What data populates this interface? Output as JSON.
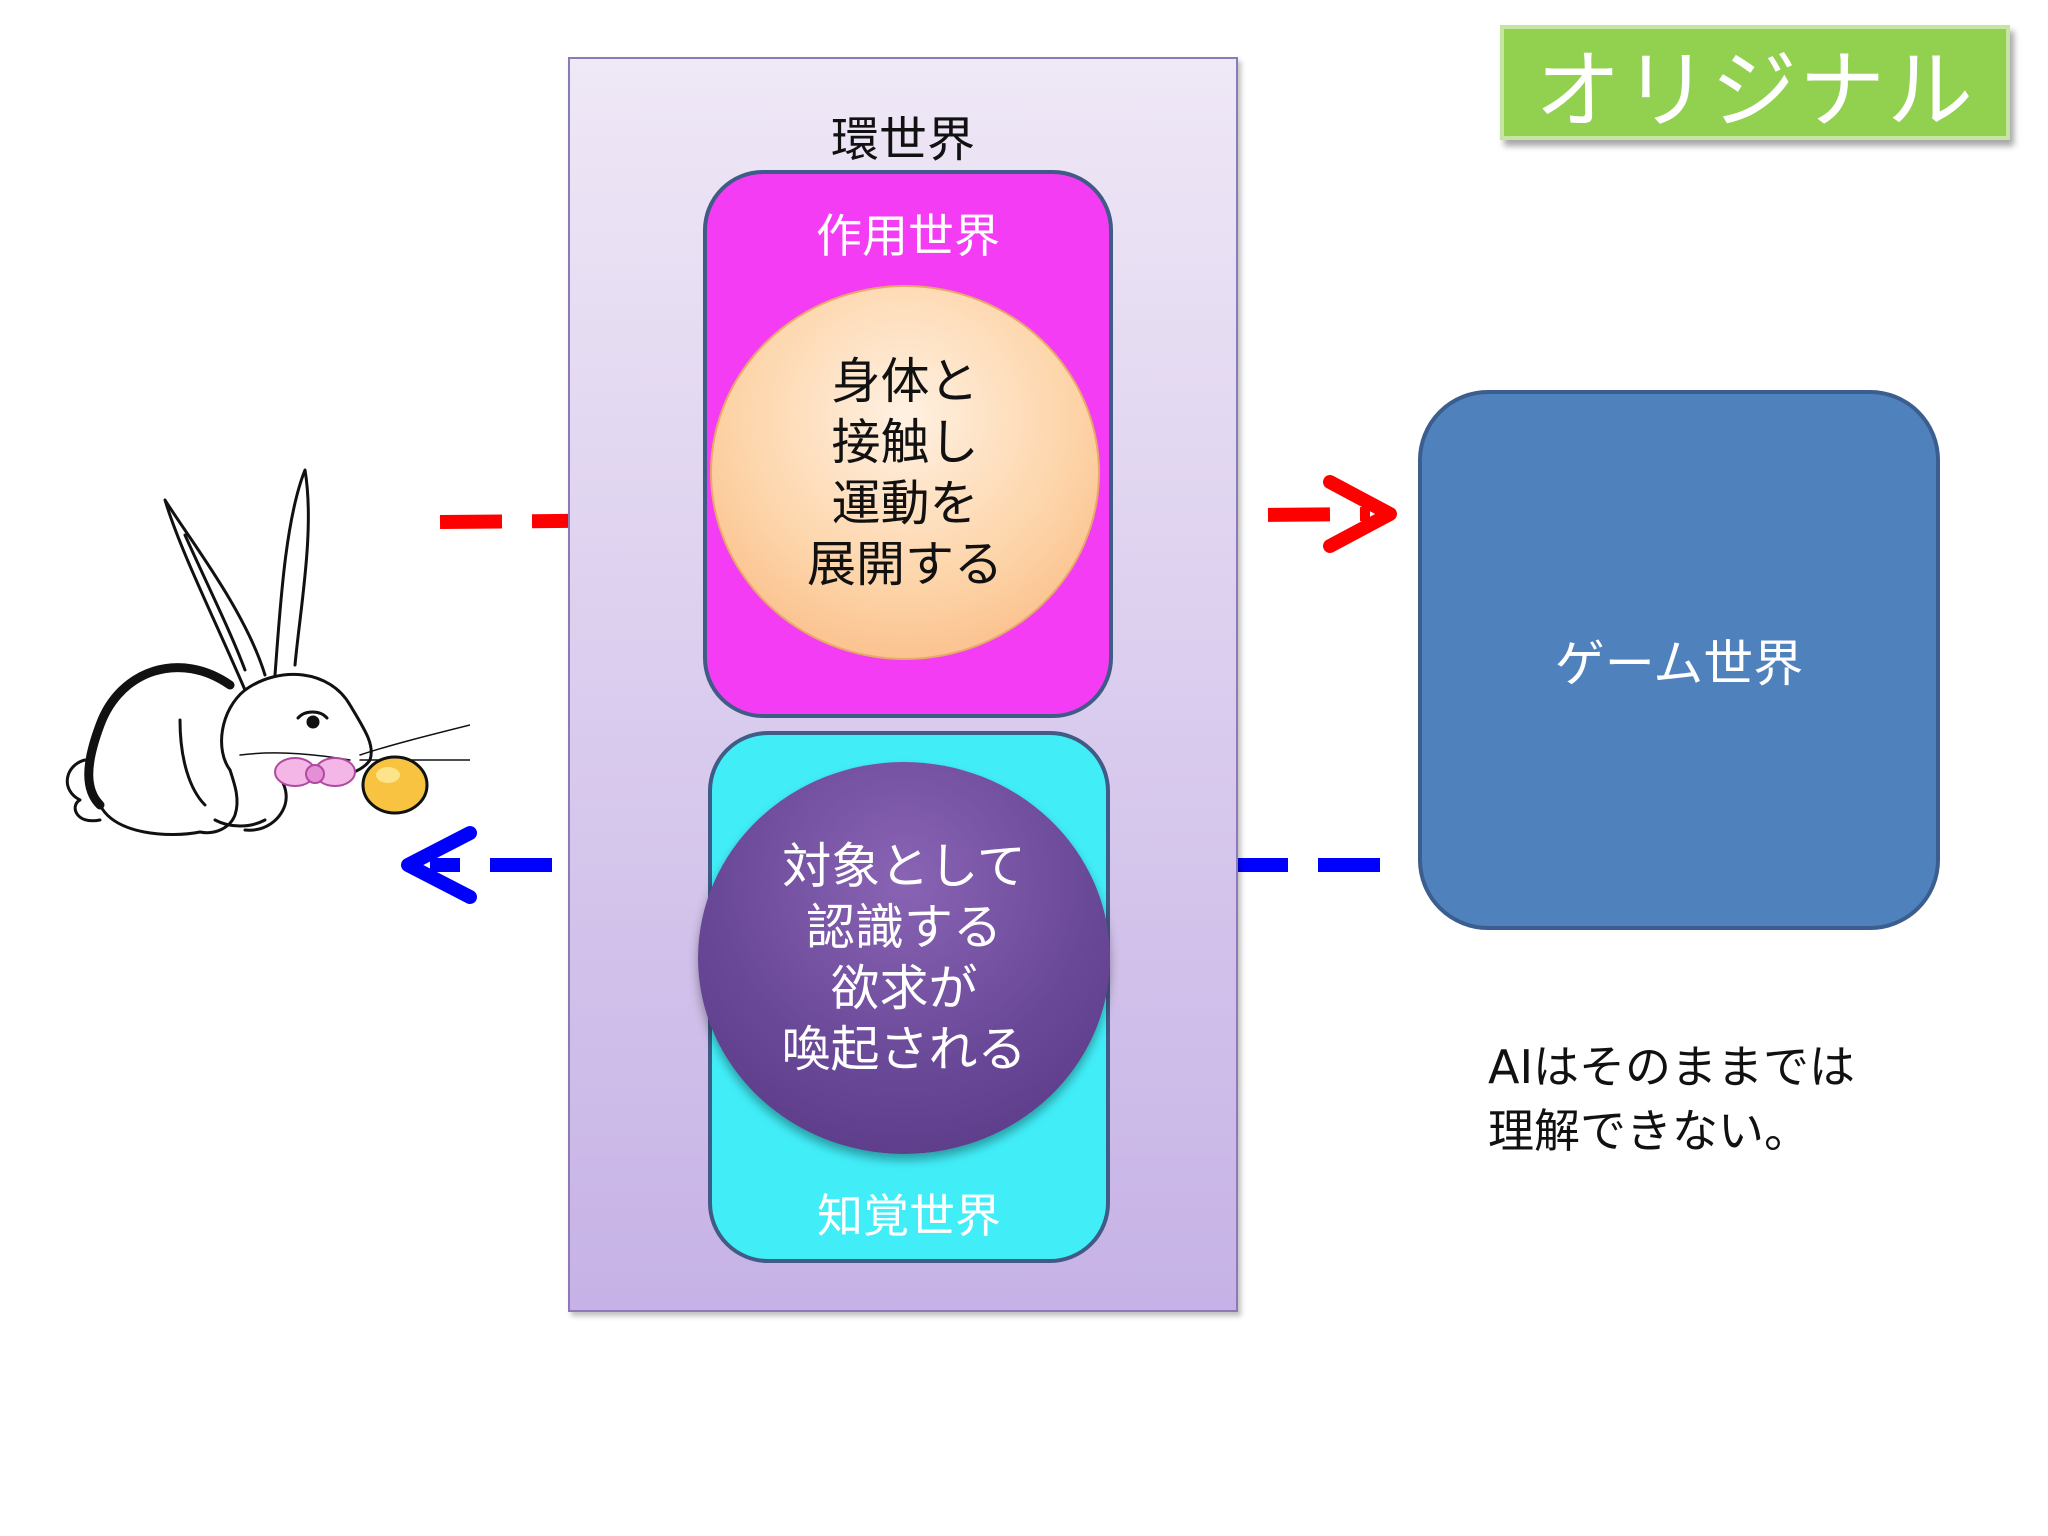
{
  "badge": {
    "label": "オリジナル"
  },
  "umwelt": {
    "title": "環世界",
    "action_world": {
      "title": "作用世界",
      "circle_lines": [
        "身体と",
        "接触し",
        "運動を",
        "展開する"
      ]
    },
    "perception_world": {
      "title": "知覚世界",
      "circle_lines": [
        "対象として",
        "認識する",
        "欲求が",
        "喚起される"
      ]
    }
  },
  "game_world": {
    "label": "ゲーム世界"
  },
  "note": {
    "lines": [
      "AIはそのままでは",
      "理解できない。"
    ]
  },
  "colors": {
    "action_arrow": "#ff0000",
    "perception_arrow": "#0000ff",
    "action_box": "#f33cf3",
    "perception_box": "#41eef8",
    "game_box": "#4f81bd",
    "badge": "#92d050"
  },
  "icons": {
    "creature": "rabbit-with-egg-icon"
  }
}
